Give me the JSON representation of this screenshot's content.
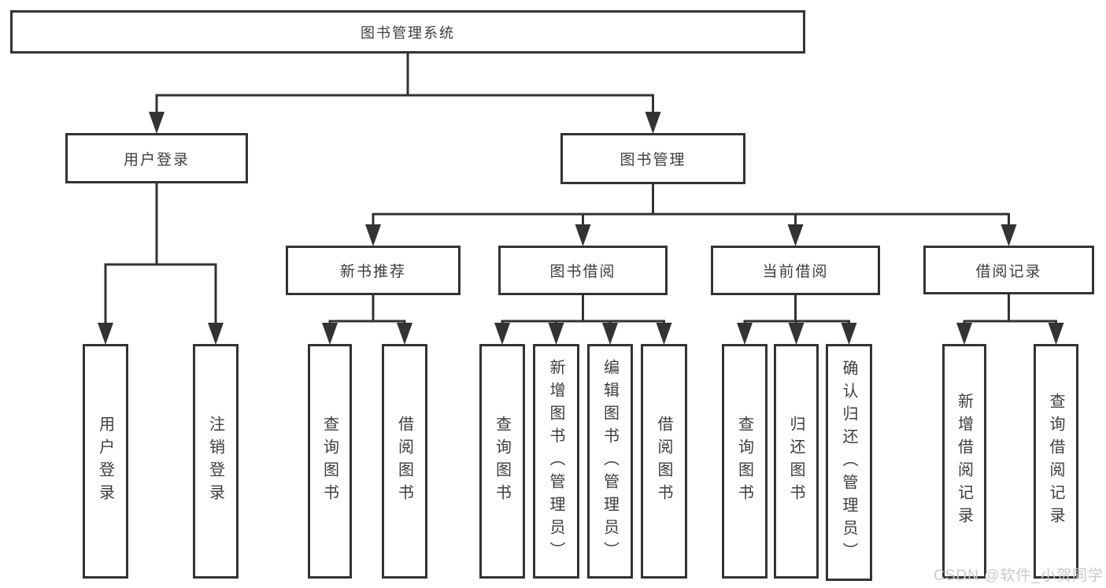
{
  "diagram": {
    "title": "图书管理系统",
    "level2": [
      {
        "label": "用户登录"
      },
      {
        "label": "图书管理"
      }
    ],
    "level3": [
      {
        "label": "新书推荐"
      },
      {
        "label": "图书借阅"
      },
      {
        "label": "当前借阅"
      },
      {
        "label": "借阅记录"
      }
    ],
    "leaves": [
      {
        "label": "用户登录"
      },
      {
        "label": "注销登录"
      },
      {
        "label": "查询图书"
      },
      {
        "label": "借阅图书"
      },
      {
        "label": "查询图书"
      },
      {
        "label": "新增图书（管理员）"
      },
      {
        "label": "编辑图书（管理员）"
      },
      {
        "label": "借阅图书"
      },
      {
        "label": "查询图书"
      },
      {
        "label": "归还图书"
      },
      {
        "label": "确认归还（管理员）"
      },
      {
        "label": "新增借阅记录"
      },
      {
        "label": "查询借阅记录"
      }
    ]
  },
  "watermark": {
    "text": "CSDN @软件_小贺同学"
  },
  "colors": {
    "line": "#333333",
    "text": "#3d3d3d",
    "watermark": "#c9c9c9",
    "background": "#ffffff"
  }
}
